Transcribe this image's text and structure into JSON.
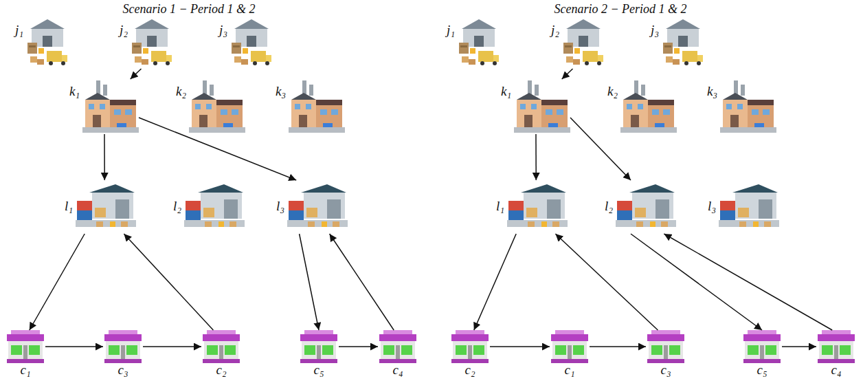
{
  "diagram": {
    "nodes": [
      {
        "text": [
          "j₁"
        ]
      },
      {
        "text": [
          "j₂"
        ]
      },
      {
        "text": [
          "j₃"
        ]
      },
      {
        "text": [
          "k₁"
        ]
      },
      {
        "text": [
          "k₂"
        ]
      },
      {
        "text": [
          "k₃"
        ]
      },
      {
        "text": [
          "l₁"
        ]
      },
      {
        "text": [
          "l₂"
        ]
      },
      {
        "text": [
          "l₃"
        ]
      },
      {
        "text": [
          "c₁"
        ]
      },
      {
        "text": [
          "c₃"
        ]
      },
      {
        "text": [
          "c₂"
        ]
      },
      {
        "text": [
          "c₅"
        ]
      },
      {
        "text": [
          "c₄"
        ]
      },
      {
        "text": [
          "j₁"
        ]
      },
      {
        "text": [
          "j₂"
        ]
      },
      {
        "text": [
          "j₃"
        ]
      },
      {
        "text": [
          "k₁"
        ]
      },
      {
        "text": [
          "k₂"
        ]
      },
      {
        "text": [
          "k₃"
        ]
      },
      {
        "text": [
          "l₁"
        ]
      },
      {
        "text": [
          "l₂"
        ]
      },
      {
        "text": [
          "l₃"
        ]
      },
      {
        "text": [
          "c₂"
        ]
      },
      {
        "text": [
          "c₁"
        ]
      },
      {
        "text": [
          "c₃"
        ]
      },
      {
        "text": [
          "c₅"
        ]
      },
      {
        "text": [
          "c₄"
        ]
      }
    ],
    "edges": [
      {
        "from": 1,
        "to": 3,
        "arrow": "to"
      },
      {
        "from": 3,
        "to": 6,
        "arrow": "to"
      },
      {
        "from": 3,
        "to": 8,
        "arrow": "to"
      },
      {
        "from": 6,
        "to": 9,
        "arrow": "to"
      },
      {
        "from": 9,
        "to": 10,
        "arrow": "to"
      },
      {
        "from": 10,
        "to": 11,
        "arrow": "to"
      },
      {
        "from": 11,
        "to": 6,
        "arrow": "to"
      },
      {
        "from": 8,
        "to": 12,
        "arrow": "to"
      },
      {
        "from": 12,
        "to": 13,
        "arrow": "to"
      },
      {
        "from": 13,
        "to": 8,
        "arrow": "to"
      },
      {
        "from": 15,
        "to": 17,
        "arrow": "to"
      },
      {
        "from": 17,
        "to": 20,
        "arrow": "to"
      },
      {
        "from": 17,
        "to": 21,
        "arrow": "to"
      },
      {
        "from": 20,
        "to": 23,
        "arrow": "to"
      },
      {
        "from": 23,
        "to": 24,
        "arrow": "to"
      },
      {
        "from": 24,
        "to": 25,
        "arrow": "to"
      },
      {
        "from": 25,
        "to": 20,
        "arrow": "to"
      },
      {
        "from": 21,
        "to": 26,
        "arrow": "to"
      },
      {
        "from": 26,
        "to": 27,
        "arrow": "to"
      },
      {
        "from": 27,
        "to": 21,
        "arrow": "to"
      }
    ],
    "labels": [
      "Scenario 1 − Period 1 & 2",
      "Scenario 2 − Period 1 & 2"
    ]
  }
}
